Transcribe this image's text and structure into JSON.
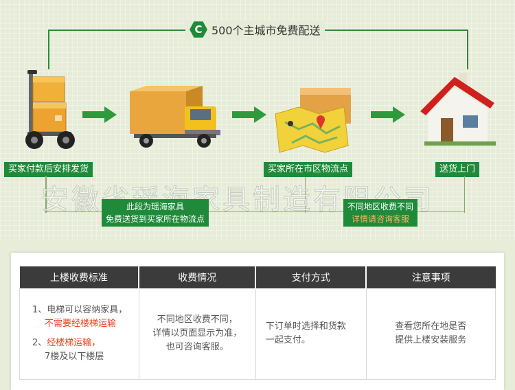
{
  "header": {
    "badge_letter": "C",
    "title": "500个主城市免费配送"
  },
  "steps": [
    {
      "label": "买家付款后安排发货",
      "icon": "hand-truck-boxes-icon"
    },
    {
      "label": "",
      "icon": "delivery-truck-icon"
    },
    {
      "label": "买家所在市区物流点",
      "icon": "map-pin-box-icon"
    },
    {
      "label": "送货上门",
      "icon": "house-icon"
    }
  ],
  "watermark": "安徽省瑶海家具制造有限公司",
  "notes": {
    "left_line1": "此段为瑶海家具",
    "left_line2": "免费送货到买家所在物流点",
    "right_line1": "不同地区收费不同",
    "right_line2": "详情请咨询客服"
  },
  "table": {
    "headers": [
      "上楼收费标准",
      "收费情况",
      "支付方式",
      "注意事项"
    ],
    "col1": {
      "item1_a": "1、电梯可以容纳家具，",
      "item1_b": "不需要经楼梯运输",
      "item2_prefix": "2、",
      "item2_a": "经楼梯运输，",
      "item2_b": "7楼及以下楼层"
    },
    "col2": [
      "不同地区收费不同，",
      "详情以页面显示为准，",
      "也可咨询客服。"
    ],
    "col3": [
      "下订单时选择和货款",
      "一起支付。"
    ],
    "col4": [
      "查看您所在地是否",
      "提供上楼安装服务"
    ]
  },
  "colors": {
    "accent": "#1f8a3a",
    "header_bg": "#3b3b3b",
    "highlight": "#e8401c"
  }
}
